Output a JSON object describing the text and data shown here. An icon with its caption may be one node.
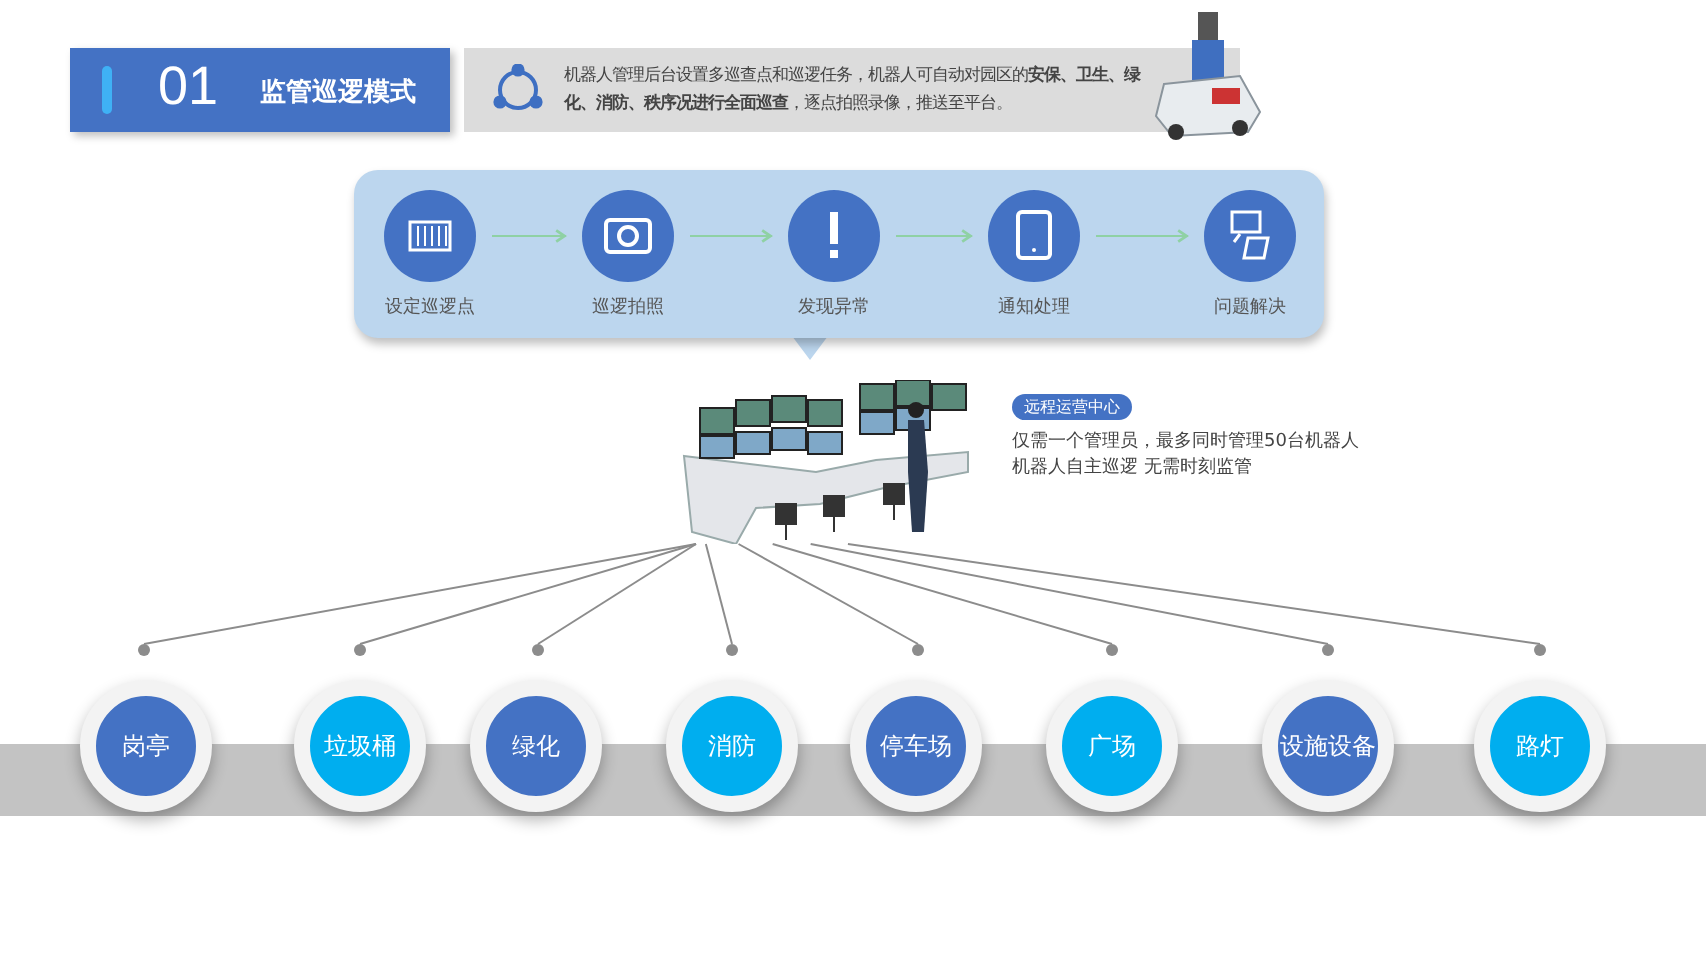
{
  "diagram": {
    "nodes": [
      {
        "text": [
          "01",
          "监管巡逻模式"
        ]
      },
      {
        "text": [
          "机器人管理后台设置多巡查点和巡逻任务，机器人可自动对园区的**安保、卫生、绿化、消防、秩序况进行全面巡查**，逐点拍照录像，推送至平台。"
        ]
      },
      {
        "text": [],
        "shape": "box"
      },
      {
        "text": [
          "设定巡逻点"
        ],
        "in": 2
      },
      {
        "text": [
          "巡逻拍照"
        ],
        "in": 2
      },
      {
        "text": [
          "发现异常"
        ],
        "in": 2
      },
      {
        "text": [
          "通知处理"
        ],
        "in": 2
      },
      {
        "text": [
          "问题解决"
        ],
        "in": 2
      },
      {
        "text": [],
        "shape": "picture",
        "beside": [
          "远程运营中心",
          "仅需一个管理员，最多同时管理50台机器人",
          "机器人自主巡逻 无需时刻监管"
        ]
      },
      {
        "text": [],
        "shape": "circle"
      },
      {
        "text": [],
        "shape": "circle"
      },
      {
        "text": [],
        "shape": "circle"
      },
      {
        "text": [],
        "shape": "circle"
      },
      {
        "text": [],
        "shape": "circle"
      },
      {
        "text": [],
        "shape": "circle"
      },
      {
        "text": [],
        "shape": "circle"
      },
      {
        "text": [],
        "shape": "circle"
      },
      {
        "text": [
          "岗亭"
        ]
      },
      {
        "text": [
          "垃圾桶"
        ]
      },
      {
        "text": [
          "绿化"
        ]
      },
      {
        "text": [
          "消防"
        ]
      },
      {
        "text": [
          "停车场"
        ]
      },
      {
        "text": [
          "广场"
        ]
      },
      {
        "text": [
          "设施设备"
        ]
      },
      {
        "text": [
          "路灯"
        ]
      },
      {
        "text": [],
        "shape": "bar"
      }
    ],
    "edges": [
      {
        "from": 3,
        "to": 4,
        "arrow": "to"
      },
      {
        "from": 4,
        "to": 5,
        "arrow": "to"
      },
      {
        "from": 5,
        "to": 6,
        "arrow": "to"
      },
      {
        "from": 6,
        "to": 7,
        "arrow": "to"
      },
      {
        "from": 8,
        "to": 9,
        "arrow": "none"
      },
      {
        "from": 8,
        "to": 10,
        "arrow": "none"
      },
      {
        "from": 8,
        "to": 11,
        "arrow": "none"
      },
      {
        "from": 8,
        "to": 12,
        "arrow": "none"
      },
      {
        "from": 8,
        "to": 13,
        "arrow": "none"
      },
      {
        "from": 8,
        "to": 14,
        "arrow": "none"
      },
      {
        "from": 8,
        "to": 15,
        "arrow": "none"
      },
      {
        "from": 8,
        "to": 16,
        "arrow": "none"
      }
    ]
  }
}
